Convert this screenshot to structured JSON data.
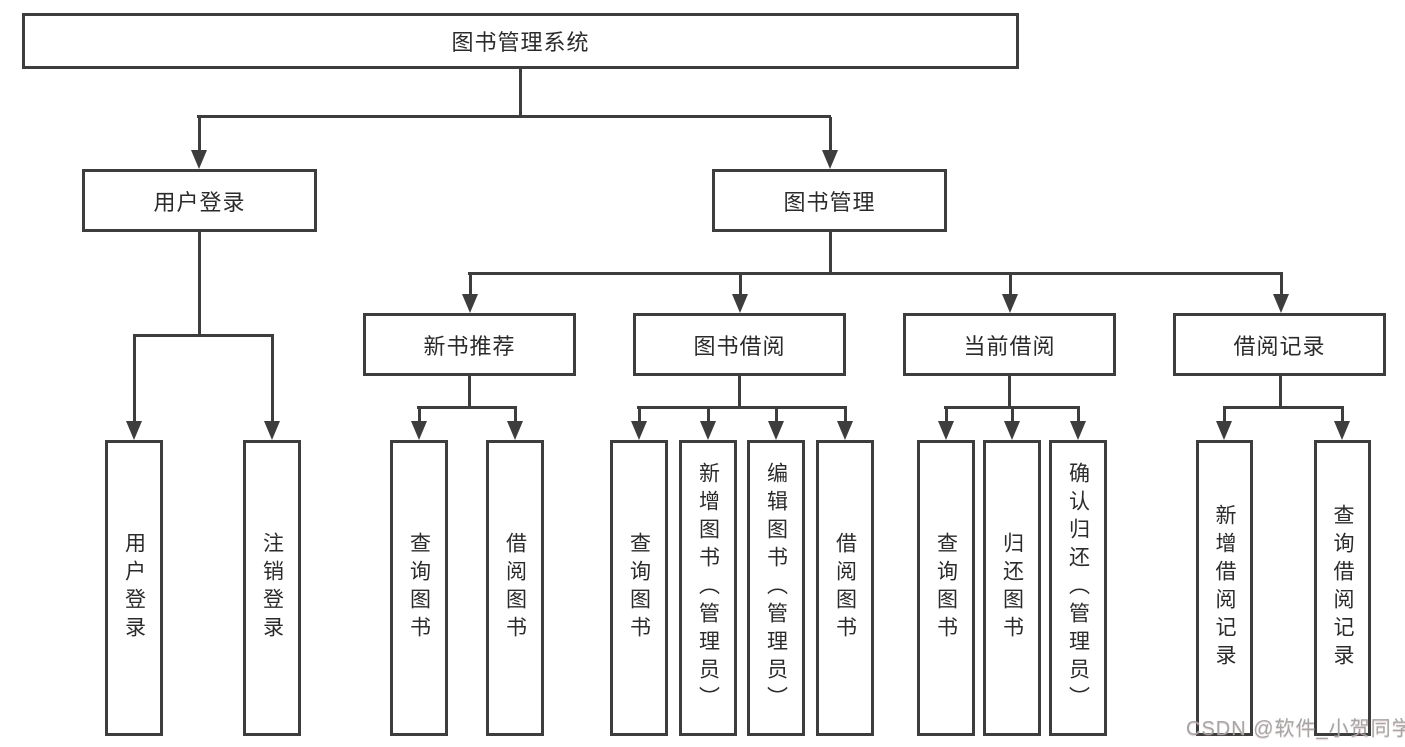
{
  "diagram": {
    "root": {
      "label": "图书管理系统"
    },
    "branches": [
      {
        "label": "用户登录",
        "children": [
          {
            "label": "用户登录"
          },
          {
            "label": "注销登录"
          }
        ]
      },
      {
        "label": "图书管理",
        "children": [
          {
            "label": "新书推荐",
            "children": [
              {
                "label": "查询图书"
              },
              {
                "label": "借阅图书"
              }
            ]
          },
          {
            "label": "图书借阅",
            "children": [
              {
                "label": "查询图书"
              },
              {
                "label": "新增图书（管理员）"
              },
              {
                "label": "编辑图书（管理员）"
              },
              {
                "label": "借阅图书"
              }
            ]
          },
          {
            "label": "当前借阅",
            "children": [
              {
                "label": "查询图书"
              },
              {
                "label": "归还图书"
              },
              {
                "label": "确认归还（管理员）"
              }
            ]
          },
          {
            "label": "借阅记录",
            "children": [
              {
                "label": "新增借阅记录"
              },
              {
                "label": "查询借阅记录"
              }
            ]
          }
        ]
      }
    ],
    "watermark": "CSDN @软件_小贺同学",
    "colors": {
      "line": "#3d3d3d",
      "box_background": "#ffffff",
      "text": "#2b2b2b",
      "watermark": "#a6a6a6"
    }
  }
}
